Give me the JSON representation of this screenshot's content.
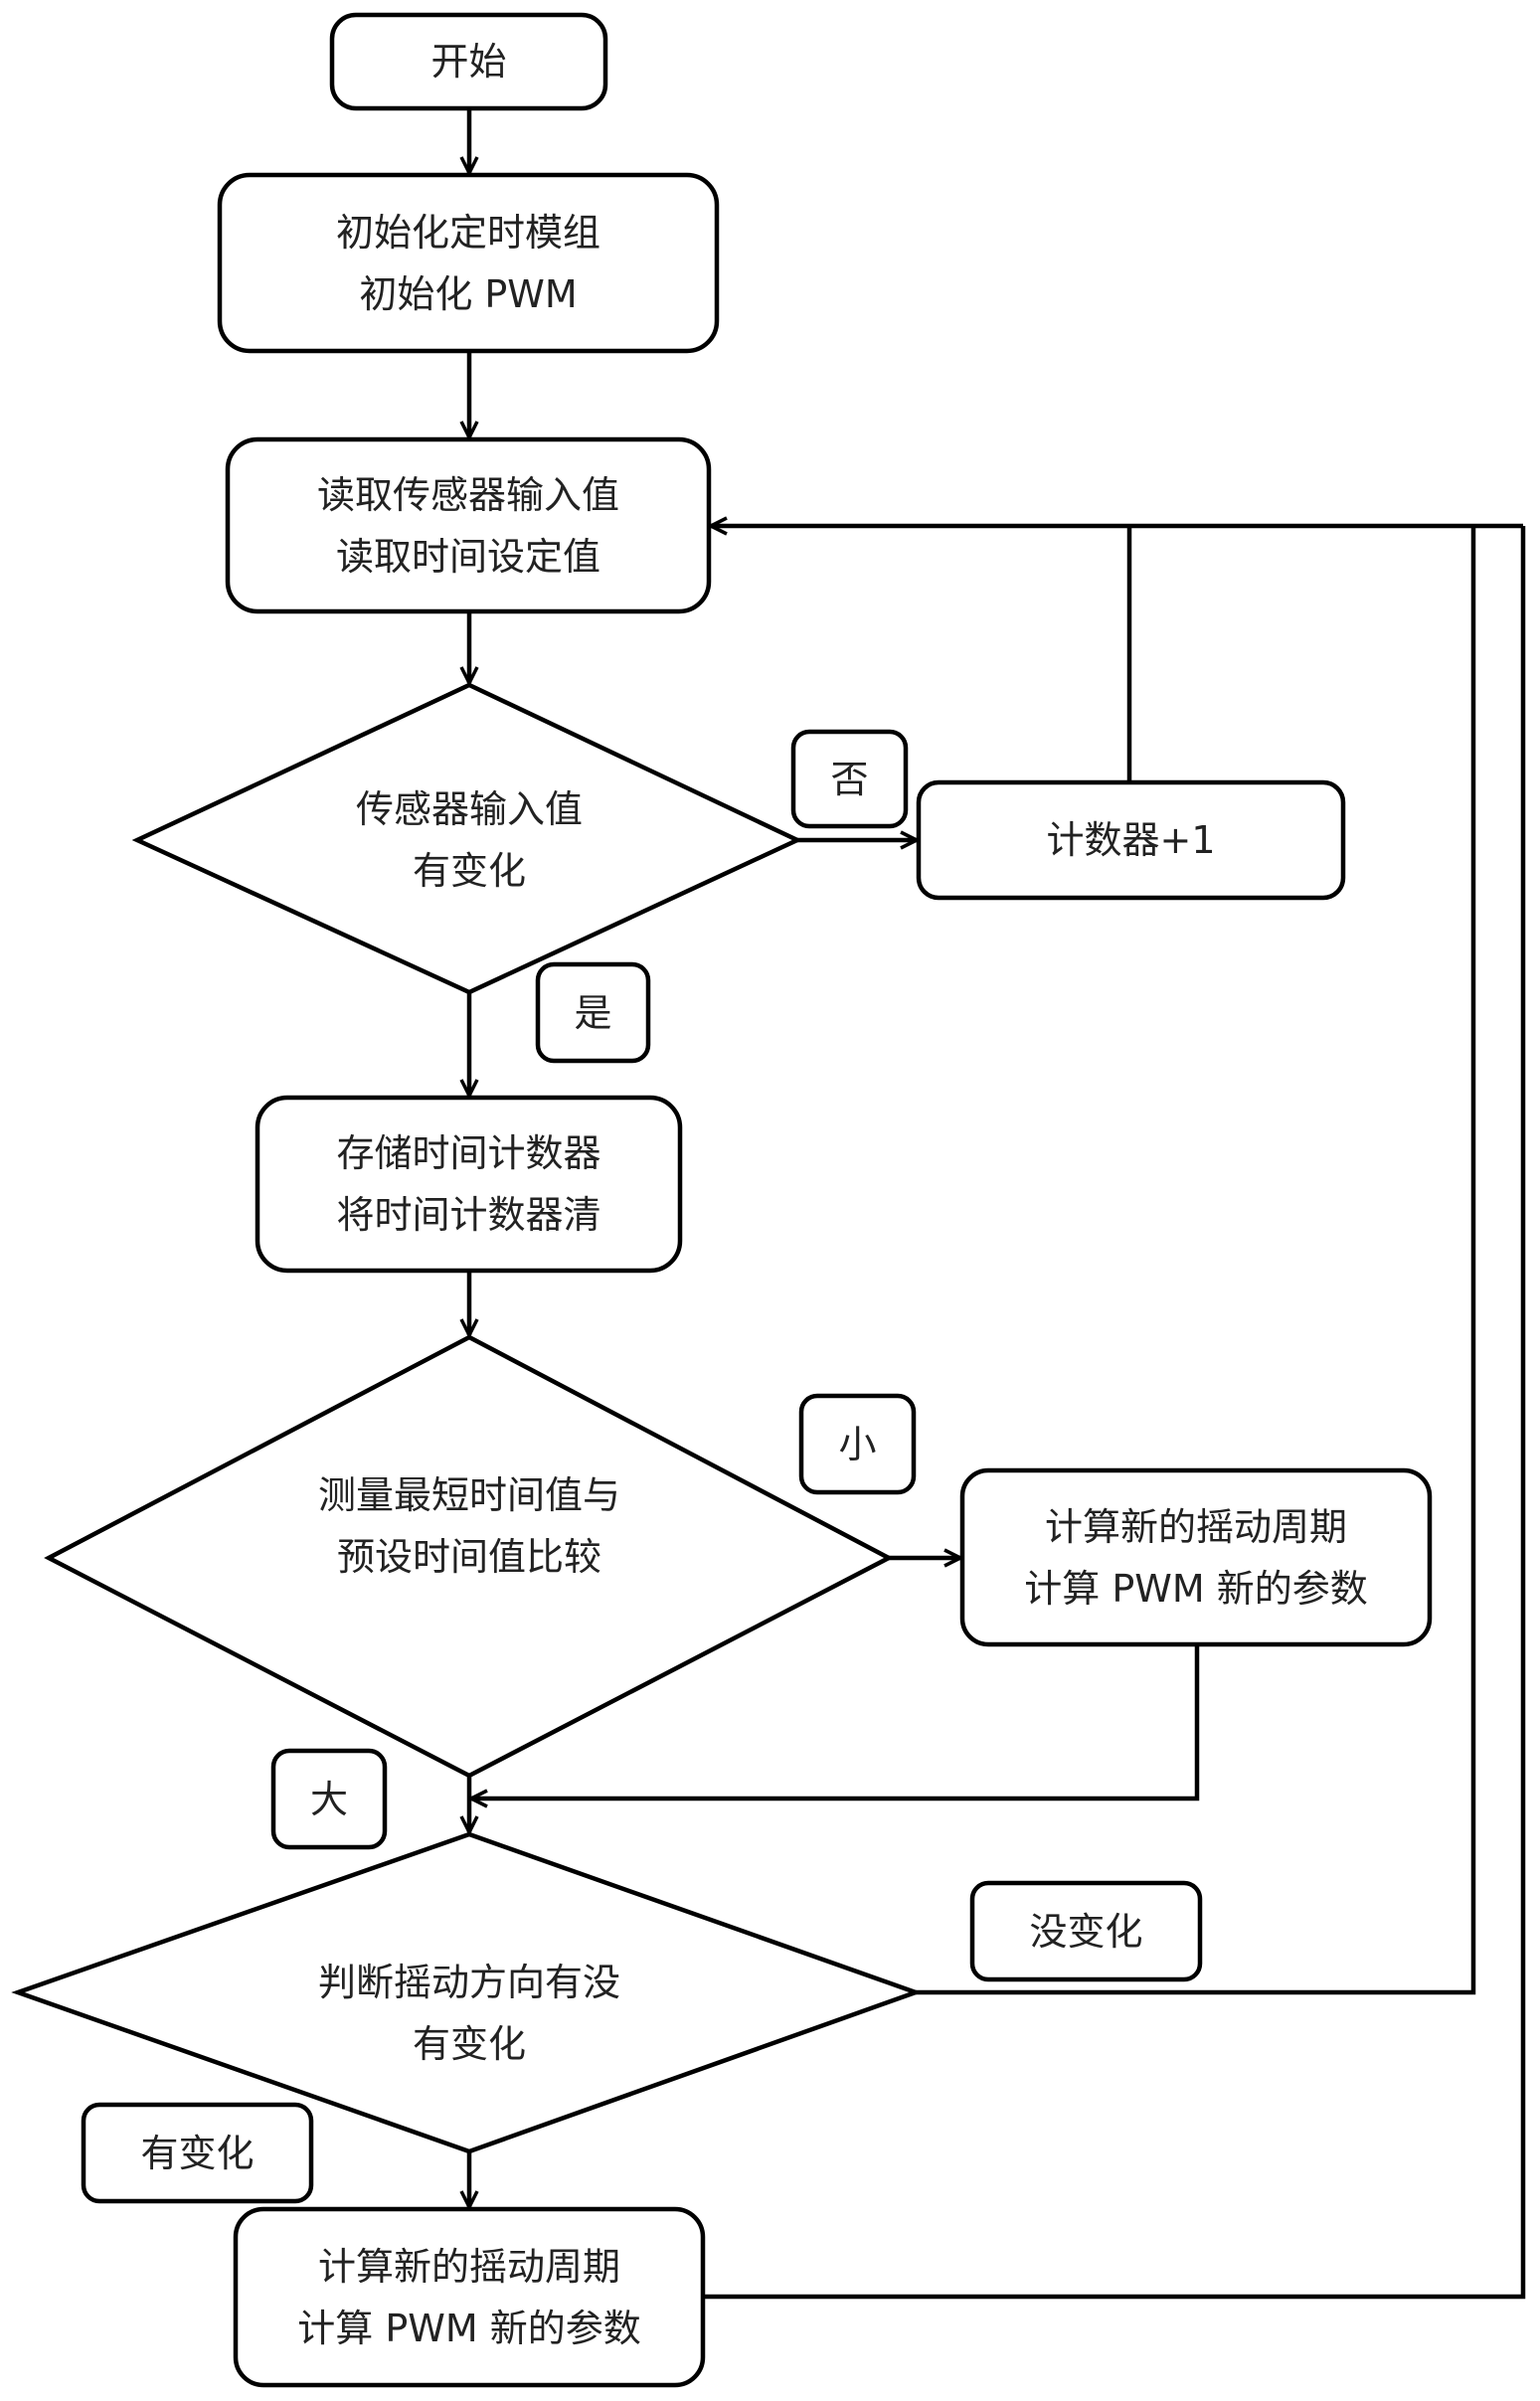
{
  "diagram": {
    "type": "flowchart",
    "nodes": {
      "start": {
        "lines": [
          "开始"
        ]
      },
      "init": {
        "lines": [
          "初始化定时模组",
          "初始化 PWM"
        ]
      },
      "read": {
        "lines": [
          "读取传感器输入值",
          "读取时间设定值"
        ]
      },
      "decision_sensor": {
        "lines": [
          "传感器输入值",
          "有变化"
        ]
      },
      "counter": {
        "lines": [
          "计数器+1"
        ]
      },
      "store": {
        "lines": [
          "存储时间计数器",
          "将时间计数器清"
        ]
      },
      "decision_compare": {
        "lines": [
          "测量最短时间值与",
          "预设时间值比较"
        ]
      },
      "calc_small": {
        "lines": [
          "计算新的摇动周期",
          "计算 PWM 新的参数"
        ]
      },
      "decision_direction": {
        "lines": [
          "判断摇动方向有没",
          "有变化"
        ]
      },
      "calc_final": {
        "lines": [
          "计算新的摇动周期",
          "计算 PWM 新的参数"
        ]
      }
    },
    "edge_labels": {
      "no": "否",
      "yes": "是",
      "small": "小",
      "large": "大",
      "unchanged": "没变化",
      "changed": "有变化"
    },
    "edges": [
      {
        "from": "start",
        "to": "init"
      },
      {
        "from": "init",
        "to": "read"
      },
      {
        "from": "read",
        "to": "decision_sensor"
      },
      {
        "from": "decision_sensor",
        "to": "counter",
        "label": "否"
      },
      {
        "from": "counter",
        "to": "read"
      },
      {
        "from": "decision_sensor",
        "to": "store",
        "label": "是"
      },
      {
        "from": "store",
        "to": "decision_compare"
      },
      {
        "from": "decision_compare",
        "to": "calc_small",
        "label": "小"
      },
      {
        "from": "decision_compare",
        "to": "decision_direction",
        "label": "大"
      },
      {
        "from": "calc_small",
        "to": "decision_direction"
      },
      {
        "from": "decision_direction",
        "to": "read",
        "label": "没变化"
      },
      {
        "from": "decision_direction",
        "to": "calc_final",
        "label": "有变化"
      },
      {
        "from": "calc_final",
        "to": "read"
      }
    ]
  },
  "colors": {
    "stroke": "#000000",
    "background": "#ffffff",
    "text": "#222222"
  }
}
